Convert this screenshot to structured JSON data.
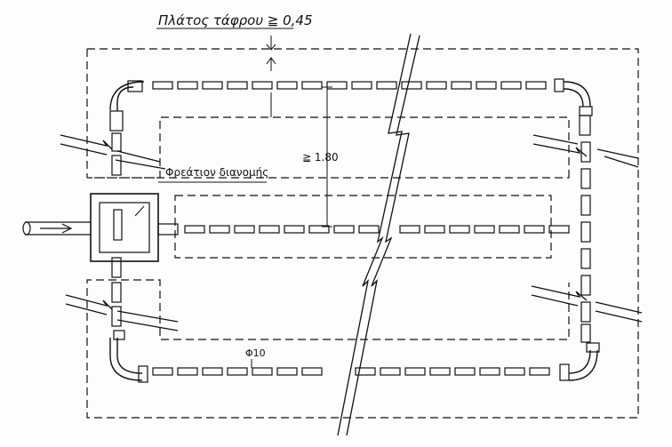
{
  "labels": {
    "trench_width": "Πλάτος τάφρου ≧ 0,45",
    "spacing": "≧ 1.80",
    "distribution_chamber": "Φρεάτιον διανομής",
    "pipe_diameter": "Φ10"
  },
  "drawing": {
    "line_color": "#111111",
    "background": "#fdfdfd",
    "elements": [
      "trench-outline-dashed",
      "pipe-loop-segmented",
      "distribution-chamber",
      "inlet-pipe",
      "break-lines",
      "dimension-arrows"
    ]
  }
}
